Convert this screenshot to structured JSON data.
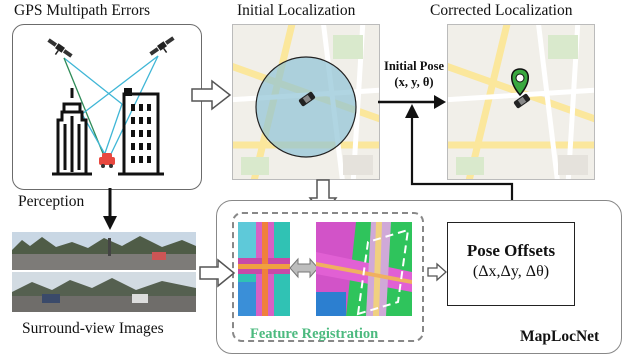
{
  "titles": {
    "gps": "GPS Multipath Errors",
    "initial": "Initial Localization",
    "corrected": "Corrected Localization"
  },
  "arrow_label": {
    "line1": "Initial Pose",
    "line2": "(x, y, θ)"
  },
  "perception_label": "Perception",
  "surround_label": "Surround-view Images",
  "feature_label": "Feature Registration",
  "pose_box": {
    "title": "Pose Offsets",
    "values": "(Δx,Δy, Δθ)"
  },
  "net_label": "MapLocNet",
  "colors": {
    "feature_green": "#4cba7f",
    "sky_signal": "#3fb6d6",
    "gps_direct": "#2e8b57",
    "map_bg": "#f1efe9",
    "uncertainty_circle": "#8fc3d6",
    "marker_green": "#3aa840"
  }
}
